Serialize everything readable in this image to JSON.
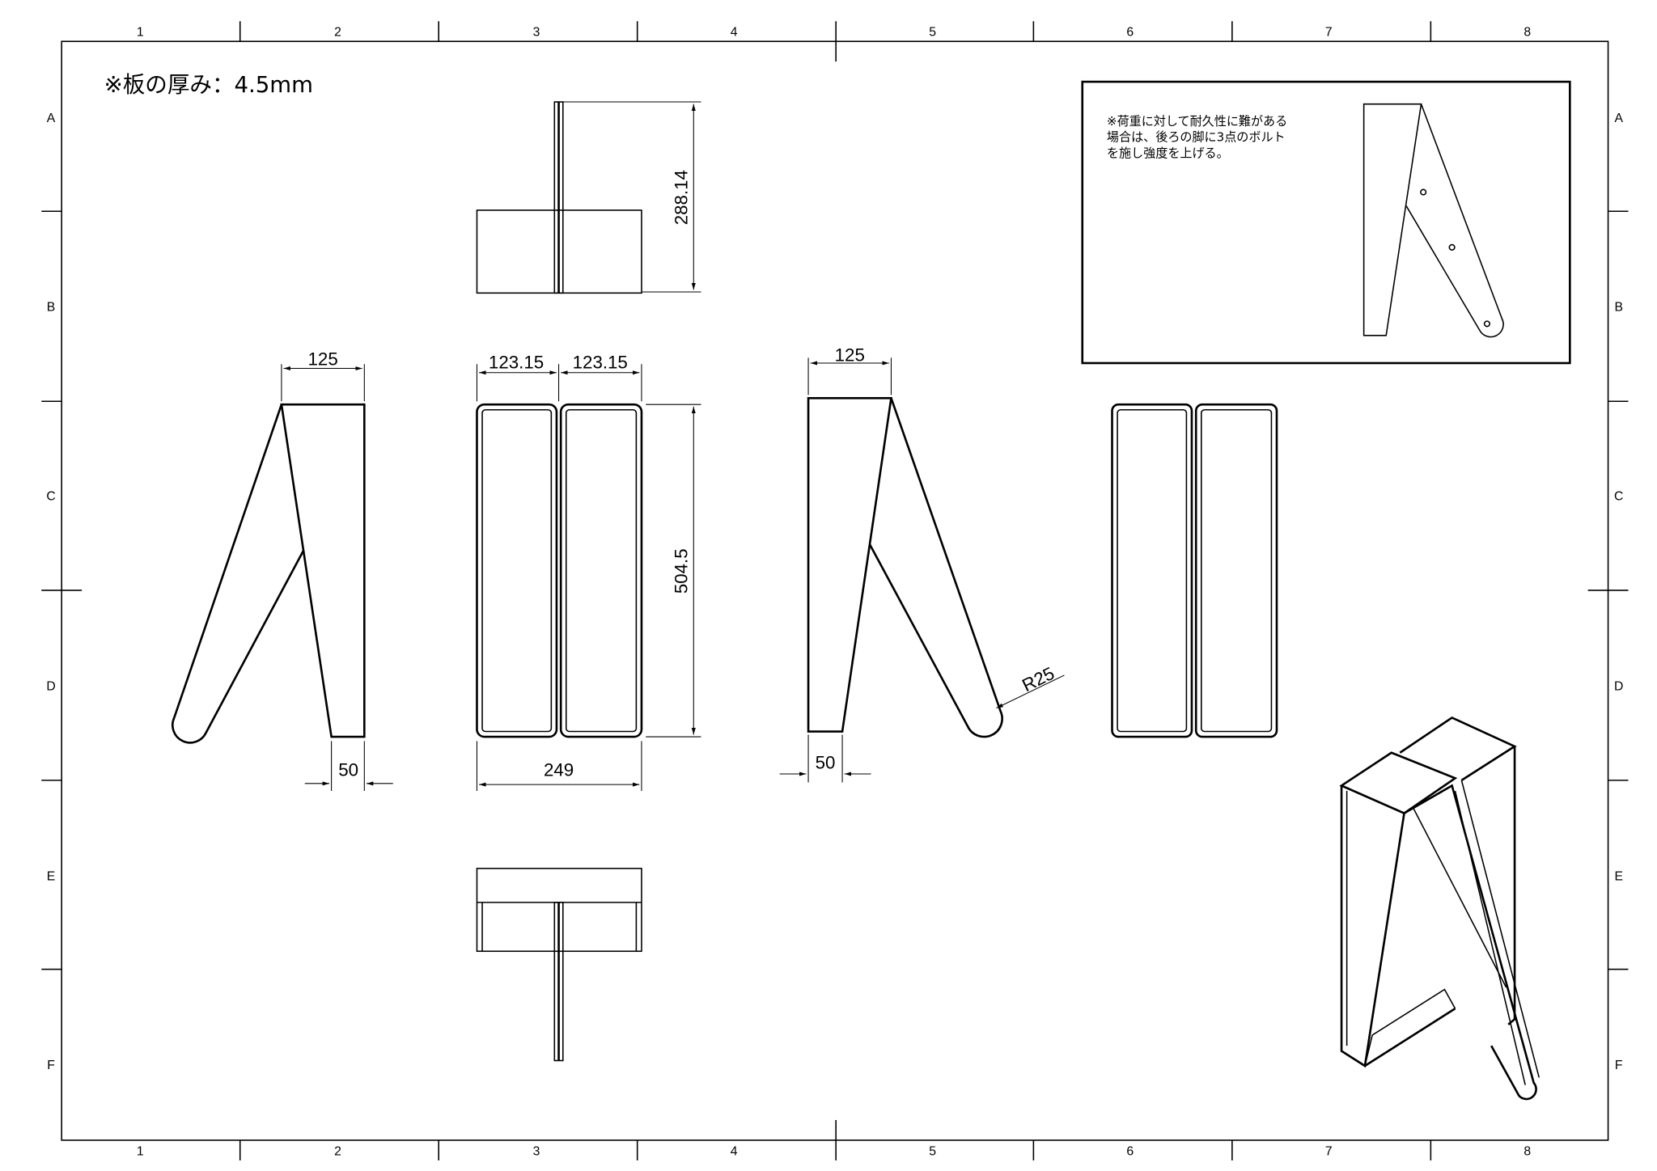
{
  "drawing": {
    "thickness_note": "※板の厚み：4.5mm",
    "columns": [
      "1",
      "2",
      "3",
      "4",
      "5",
      "6",
      "7",
      "8"
    ],
    "rows": [
      "A",
      "B",
      "C",
      "D",
      "E",
      "F"
    ],
    "note_lines": [
      "※荷重に対して耐久性に難がある",
      "場合は、後ろの脚に3点のボルト",
      "を施し強度を上げる。"
    ],
    "dimensions": {
      "top_height": "288.14",
      "left_top_width": "125",
      "left_bottom_width": "50",
      "front_half_left": "123.15",
      "front_half_right": "123.15",
      "front_total_width": "249",
      "front_height": "504.5",
      "right_top_width": "125",
      "right_bottom_width": "50",
      "radius": "R25"
    }
  }
}
